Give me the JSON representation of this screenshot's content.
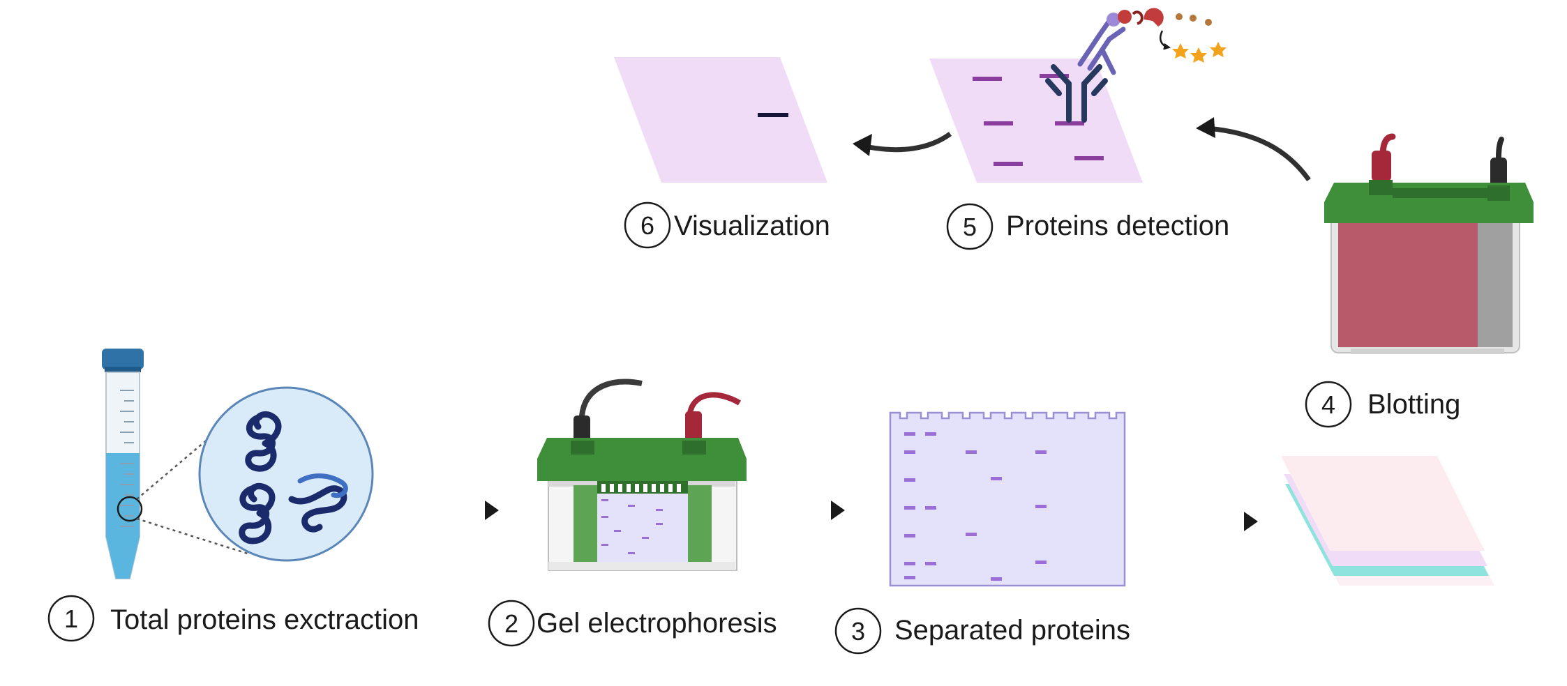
{
  "steps": [
    {
      "number": "1",
      "label": "Total proteins exctraction"
    },
    {
      "number": "2",
      "label": "Gel electrophoresis"
    },
    {
      "number": "3",
      "label": "Separated proteins"
    },
    {
      "number": "4",
      "label": "Blotting"
    },
    {
      "number": "5",
      "label": "Proteins detection"
    },
    {
      "number": "6",
      "label": "Visualization"
    }
  ],
  "colors": {
    "membrane_pink": "#f1dcf7",
    "band_purple": "#8a3f9f",
    "gel_lavender": "#e4e2fb",
    "gel_band": "#9b6fd6",
    "tank_green": "#3f8f3a",
    "tank_red": "#b24a5c",
    "tube_blue": "#5ab6de",
    "cap_blue": "#2f72a8",
    "lens_blue": "#d9eaf8",
    "protein_navy": "#1b2a6b",
    "antibody_blue": "#27385f",
    "secondary_ab": "#6a63b5",
    "arrow": "#1a1a1a"
  }
}
